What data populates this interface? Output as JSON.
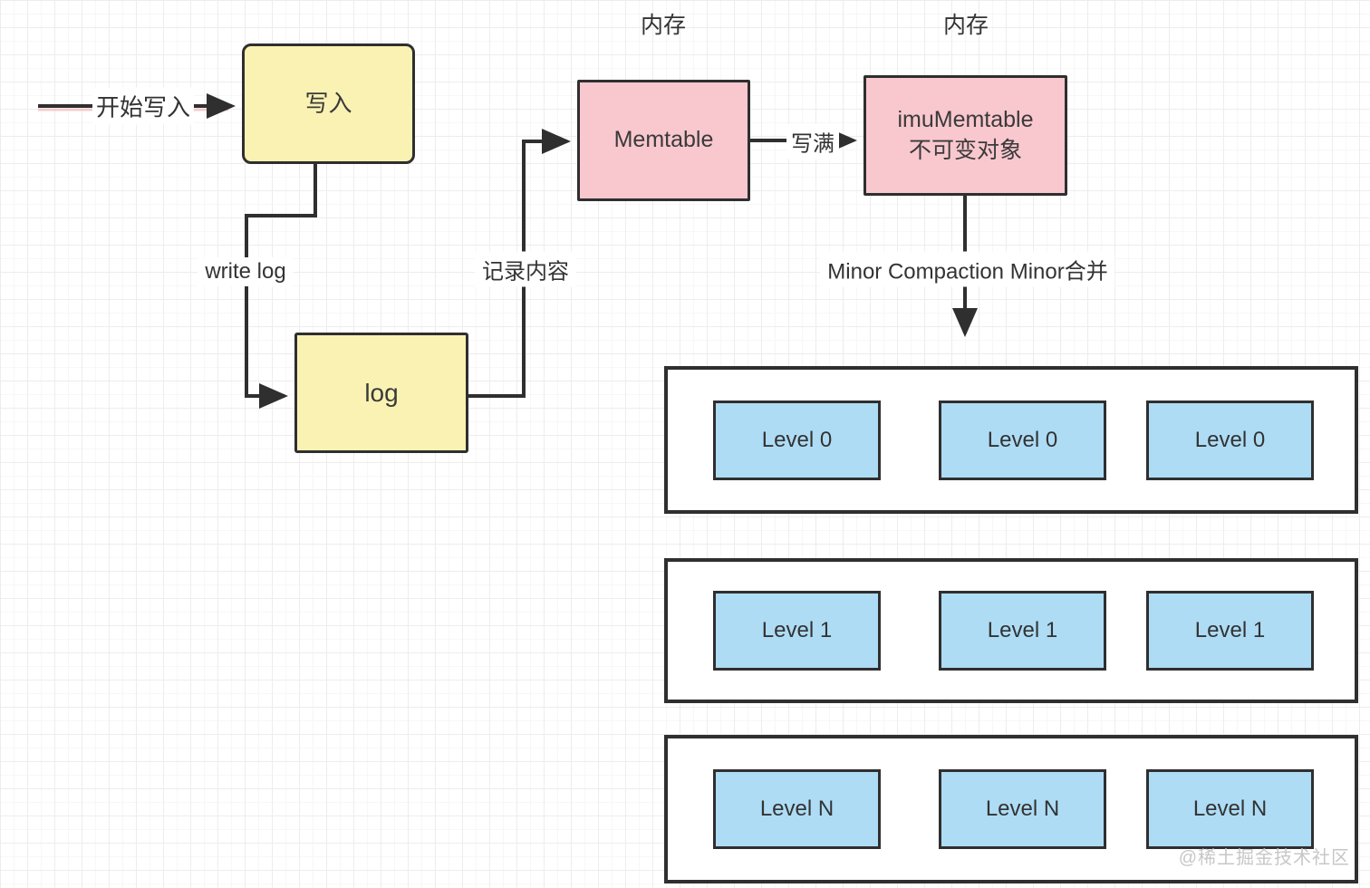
{
  "memory_label": "内存",
  "nodes": {
    "write": {
      "label": "写入"
    },
    "log": {
      "label": "log"
    },
    "memtable": {
      "label": "Memtable"
    },
    "imu_memtable": {
      "label": "imuMemtable\n不可变对象"
    }
  },
  "edges": {
    "start": "开始写入",
    "write_log": "write log",
    "record_content": "记录内容",
    "write_full": "写满",
    "minor_compaction": "Minor Compaction Minor合并"
  },
  "levels": [
    {
      "boxes": [
        "Level 0",
        "Level 0",
        "Level 0"
      ]
    },
    {
      "boxes": [
        "Level 1",
        "Level 1",
        "Level 1"
      ]
    },
    {
      "boxes": [
        "Level N",
        "Level N",
        "Level N"
      ]
    }
  ],
  "watermark": "@稀土掘金技术社区",
  "colors": {
    "yellow": "#FAF2B3",
    "pink": "#F9C7CE",
    "blue": "#AEDCF5",
    "border": "#2F2F2F",
    "line": "#333333",
    "grid": "#EDEDED",
    "watermark": "#C7C7C7"
  }
}
